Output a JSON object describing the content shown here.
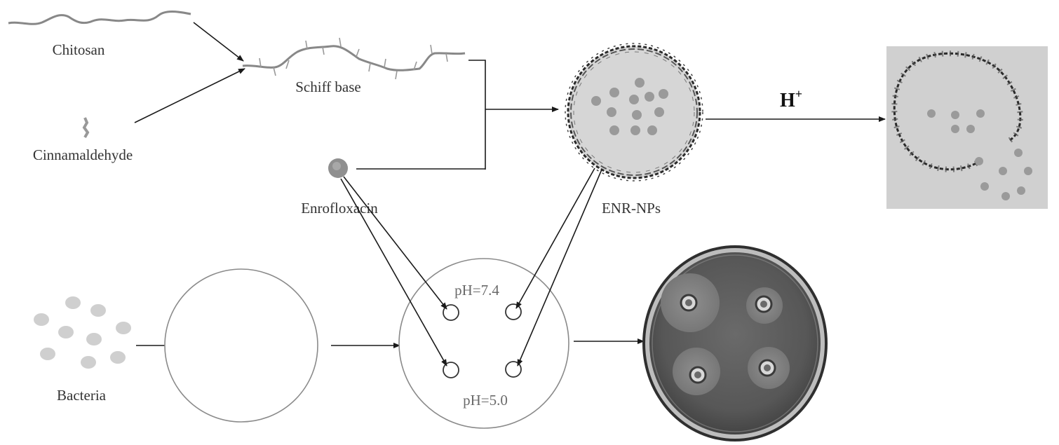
{
  "labels": {
    "chitosan": "Chitosan",
    "cinnamaldehyde": "Cinnamaldehyde",
    "schiff_base": "Schiff base",
    "enrofloxacin": "Enrofloxacin",
    "enr_nps": "ENR-NPs",
    "h_plus": "H",
    "h_plus_sup": "+",
    "bacteria": "Bacteria",
    "ph_high": "pH=7.4",
    "ph_low": "pH=5.0"
  },
  "colors": {
    "chain": "#888888",
    "drug_dot": "#9a9a9a",
    "nanoparticle_core": "#d6d6d6",
    "release_panel": "#d0d0d0",
    "bacteria_dot": "#cfcfcf",
    "petri_dish": "#4a4a4a"
  }
}
